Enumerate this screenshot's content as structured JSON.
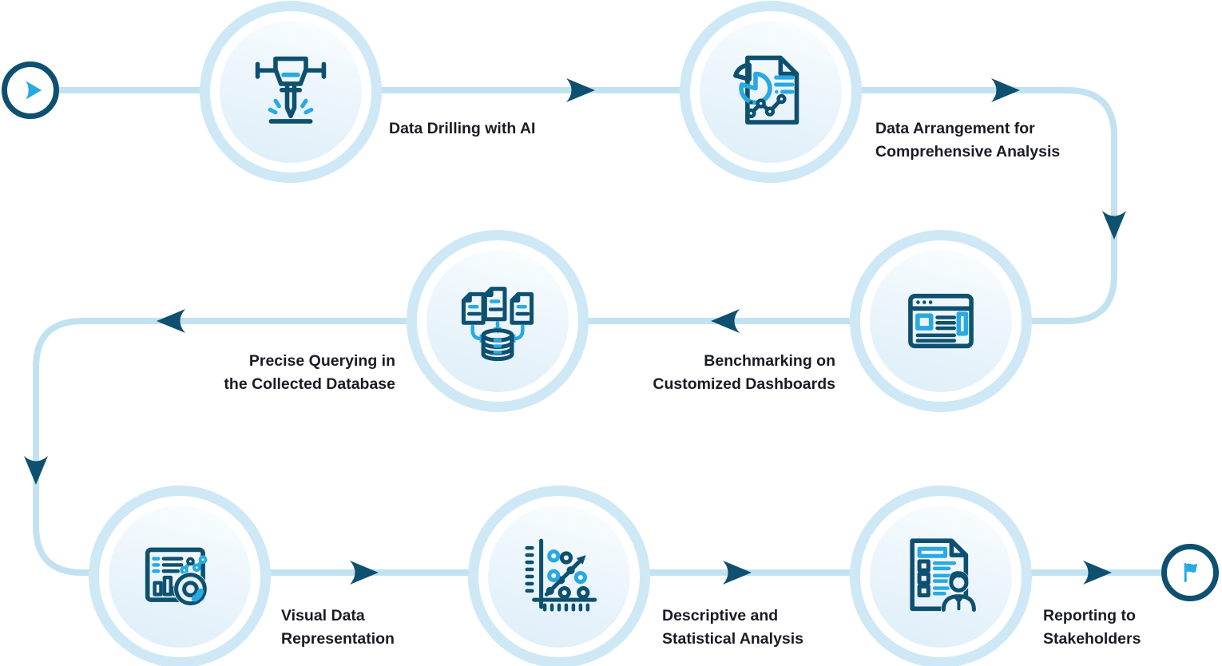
{
  "colors": {
    "dark_navy": "#0E506F",
    "accent_blue": "#29A9E1",
    "connector_blue": "#C2E2F2",
    "node_ring_blue": "#CFE8F5",
    "node_fill_top": "#F9FDFE",
    "node_fill_bottom": "#DDEEF8",
    "text": "#1A1B26",
    "background": "#FFFFFF"
  },
  "flow": {
    "start": {
      "icon": "play-icon"
    },
    "end": {
      "icon": "flag-icon"
    },
    "arrowhead_icon": "flow-arrowhead-icon",
    "steps": [
      {
        "id": "data-drilling",
        "icon": "jackhammer-drill-icon",
        "label_lines": [
          "Data Drilling with AI"
        ]
      },
      {
        "id": "data-arrangement",
        "icon": "report-piechart-document-icon",
        "label_lines": [
          "Data Arrangement for",
          "Comprehensive Analysis"
        ]
      },
      {
        "id": "benchmarking",
        "icon": "browser-dashboard-icon",
        "label_lines": [
          "Benchmarking on",
          "Customized Dashboards"
        ]
      },
      {
        "id": "precise-querying",
        "icon": "documents-to-database-icon",
        "label_lines": [
          "Precise Querying in",
          "the Collected Database"
        ]
      },
      {
        "id": "visual-data",
        "icon": "analytics-dashboard-icon",
        "label_lines": [
          "Visual Data",
          "Representation"
        ]
      },
      {
        "id": "descriptive",
        "icon": "scatter-plot-icon",
        "label_lines": [
          "Descriptive and",
          "Statistical Analysis"
        ]
      },
      {
        "id": "reporting",
        "icon": "checklist-stakeholder-icon",
        "label_lines": [
          "Reporting to",
          "Stakeholders"
        ]
      }
    ]
  }
}
